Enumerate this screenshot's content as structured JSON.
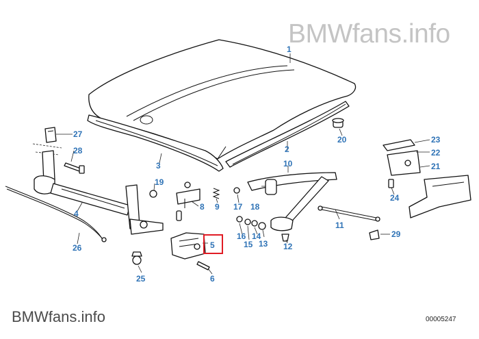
{
  "watermark_top": "BMWfans.info",
  "watermark_bottom": "BMWfans.info",
  "reference_code": "00005247",
  "highlighted_label": "5",
  "colors": {
    "label": "#2f73b6",
    "highlight": "#e01b24",
    "line": "#111111"
  },
  "callouts": [
    {
      "id": "1"
    },
    {
      "id": "2"
    },
    {
      "id": "3"
    },
    {
      "id": "4"
    },
    {
      "id": "5"
    },
    {
      "id": "6"
    },
    {
      "id": "8"
    },
    {
      "id": "9"
    },
    {
      "id": "10"
    },
    {
      "id": "11"
    },
    {
      "id": "12"
    },
    {
      "id": "13"
    },
    {
      "id": "14"
    },
    {
      "id": "15"
    },
    {
      "id": "16"
    },
    {
      "id": "17"
    },
    {
      "id": "18"
    },
    {
      "id": "19"
    },
    {
      "id": "20"
    },
    {
      "id": "21"
    },
    {
      "id": "22"
    },
    {
      "id": "23"
    },
    {
      "id": "24"
    },
    {
      "id": "25"
    },
    {
      "id": "26"
    },
    {
      "id": "27"
    },
    {
      "id": "28"
    },
    {
      "id": "29"
    }
  ]
}
